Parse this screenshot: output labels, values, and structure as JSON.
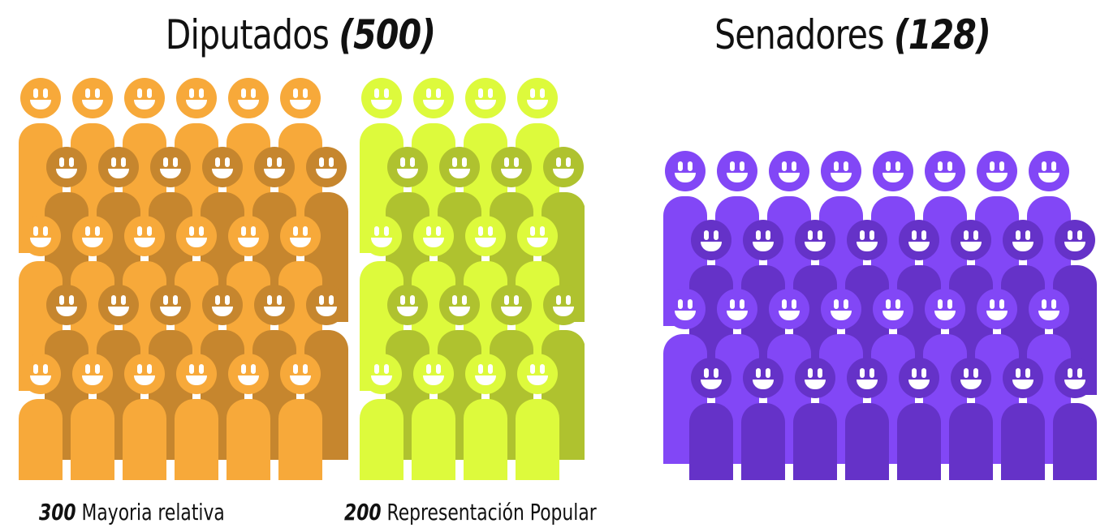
{
  "diputados": {
    "label": "Diputados",
    "count": "(500)",
    "groups": {
      "mayoria": {
        "number": "300",
        "label": "Mayoria relativa",
        "color_light": "#f7a93a",
        "color_dark": "#c6862e"
      },
      "representacion": {
        "number": "200",
        "label": "Representación Popular",
        "color_light": "#ddfa3c",
        "color_dark": "#afc22f"
      }
    }
  },
  "senadores": {
    "label": "Senadores",
    "count": "(128)",
    "color_light": "#8247f6",
    "color_dark": "#6532c8"
  },
  "icons": {
    "person": "smiling-person-icon"
  }
}
